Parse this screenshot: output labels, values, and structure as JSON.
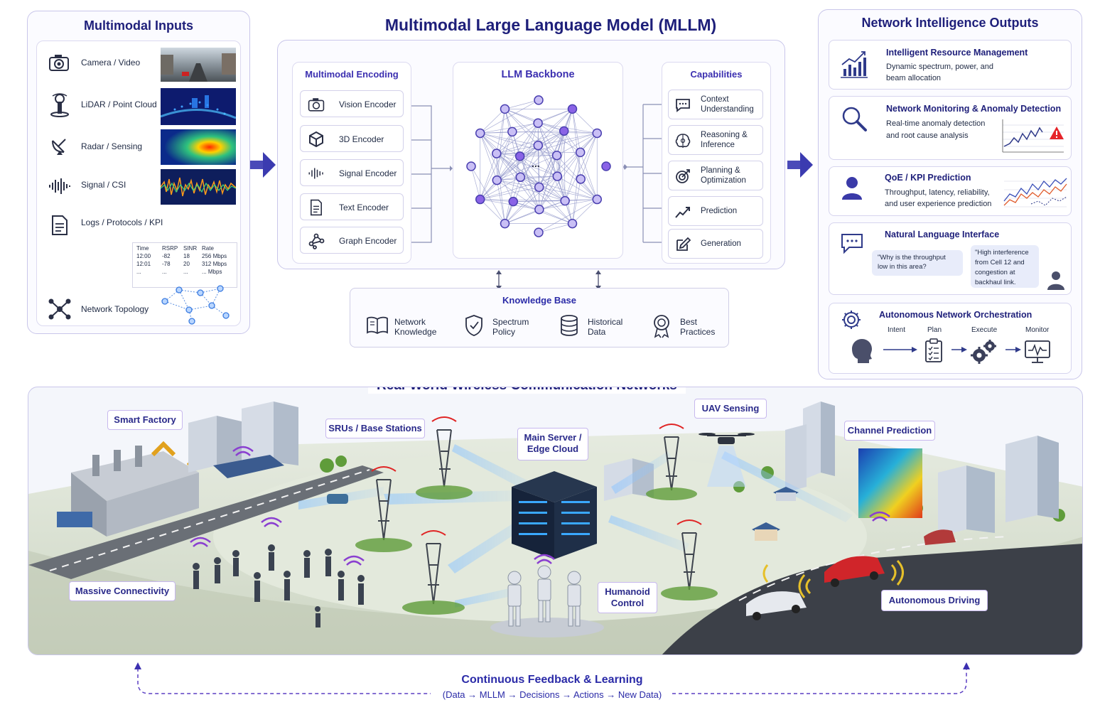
{
  "main_title": "Multimodal Large Language Model (MLLM)",
  "inputs": {
    "title": "Multimodal Inputs",
    "items": [
      {
        "label": "Camera / Video",
        "icon": "camera-icon"
      },
      {
        "label": "LiDAR / Point Cloud",
        "icon": "lidar-icon"
      },
      {
        "label": "Radar / Sensing",
        "icon": "radar-icon"
      },
      {
        "label": "Signal / CSI",
        "icon": "signal-icon"
      },
      {
        "label": "Logs / Protocols / KPI",
        "icon": "document-icon"
      },
      {
        "label": "Network Topology",
        "icon": "topology-icon"
      }
    ],
    "kpi_table": {
      "headers": [
        "Time",
        "RSRP",
        "SINR",
        "Rate"
      ],
      "rows": [
        [
          "12:00",
          "-82",
          "18",
          "256 Mbps"
        ],
        [
          "12:01",
          "-78",
          "20",
          "312 Mbps"
        ],
        [
          "...",
          "...",
          "...",
          "... Mbps"
        ]
      ]
    }
  },
  "encoding": {
    "title": "Multimodal Encoding",
    "items": [
      {
        "label": "Vision Encoder",
        "icon": "camera-icon"
      },
      {
        "label": "3D Encoder",
        "icon": "cube-icon"
      },
      {
        "label": "Signal Encoder",
        "icon": "waveform-icon"
      },
      {
        "label": "Text Encoder",
        "icon": "document-icon"
      },
      {
        "label": "Graph Encoder",
        "icon": "graph-icon"
      }
    ]
  },
  "backbone": {
    "title": "LLM Backbone",
    "ellipsis": "..."
  },
  "capabilities": {
    "title": "Capabilities",
    "items": [
      {
        "line1": "Context",
        "line2": "Understanding",
        "icon": "chat-icon"
      },
      {
        "line1": "Reasoning &",
        "line2": "Inference",
        "icon": "brain-icon"
      },
      {
        "line1": "Planning &",
        "line2": "Optimization",
        "icon": "target-icon"
      },
      {
        "line1": "Prediction",
        "line2": "",
        "icon": "trend-icon"
      },
      {
        "line1": "Generation",
        "line2": "",
        "icon": "edit-icon"
      }
    ]
  },
  "knowledge_base": {
    "title": "Knowledge Base",
    "items": [
      {
        "line1": "Network",
        "line2": "Knowledge",
        "icon": "book-icon"
      },
      {
        "line1": "Spectrum",
        "line2": "Policy",
        "icon": "shield-icon"
      },
      {
        "line1": "Historical",
        "line2": "Data",
        "icon": "database-icon"
      },
      {
        "line1": "Best",
        "line2": "Practices",
        "icon": "award-icon"
      }
    ]
  },
  "outputs": {
    "title": "Network Intelligence Outputs",
    "resource": {
      "title": "Intelligent Resource Management",
      "desc1": "Dynamic spectrum, power, and",
      "desc2": "beam allocation"
    },
    "monitoring": {
      "title": "Network Monitoring & Anomaly Detection",
      "desc1": "Real-time anomaly detection",
      "desc2": "and root cause analysis"
    },
    "qoe": {
      "title": "QoE / KPI Prediction",
      "desc1": "Throughput, latency, reliability,",
      "desc2": "and user experience prediction"
    },
    "nli": {
      "title": "Natural Language Interface",
      "question": "\"Why is the throughput low in this area?",
      "answer": "\"High interference from Cell 12 and congestion at backhaul link."
    },
    "orchestration": {
      "title": "Autonomous Network Orchestration",
      "steps": [
        "Intent",
        "Plan",
        "Execute",
        "Monitor"
      ]
    }
  },
  "scene": {
    "title": "Real-World Wireless Communication Networks",
    "tags": {
      "smart_factory": "Smart Factory",
      "base_stations": "SRUs / Base Stations",
      "edge_cloud_1": "Main Server /",
      "edge_cloud_2": "Edge Cloud",
      "uav": "UAV Sensing",
      "channel": "Channel Prediction",
      "connectivity": "Massive Connectivity",
      "humanoid_1": "Humanoid",
      "humanoid_2": "Control",
      "driving": "Autonomous Driving"
    }
  },
  "feedback": {
    "title": "Continuous Feedback & Learning",
    "subtitle": "(Data → MLLM → Decisions → Actions → New Data)"
  },
  "colors": {
    "accent": "#3b3bb0",
    "panel_border": "#c9c6ea",
    "title": "#1e1f7a",
    "feedback": "#5b3fc4"
  }
}
